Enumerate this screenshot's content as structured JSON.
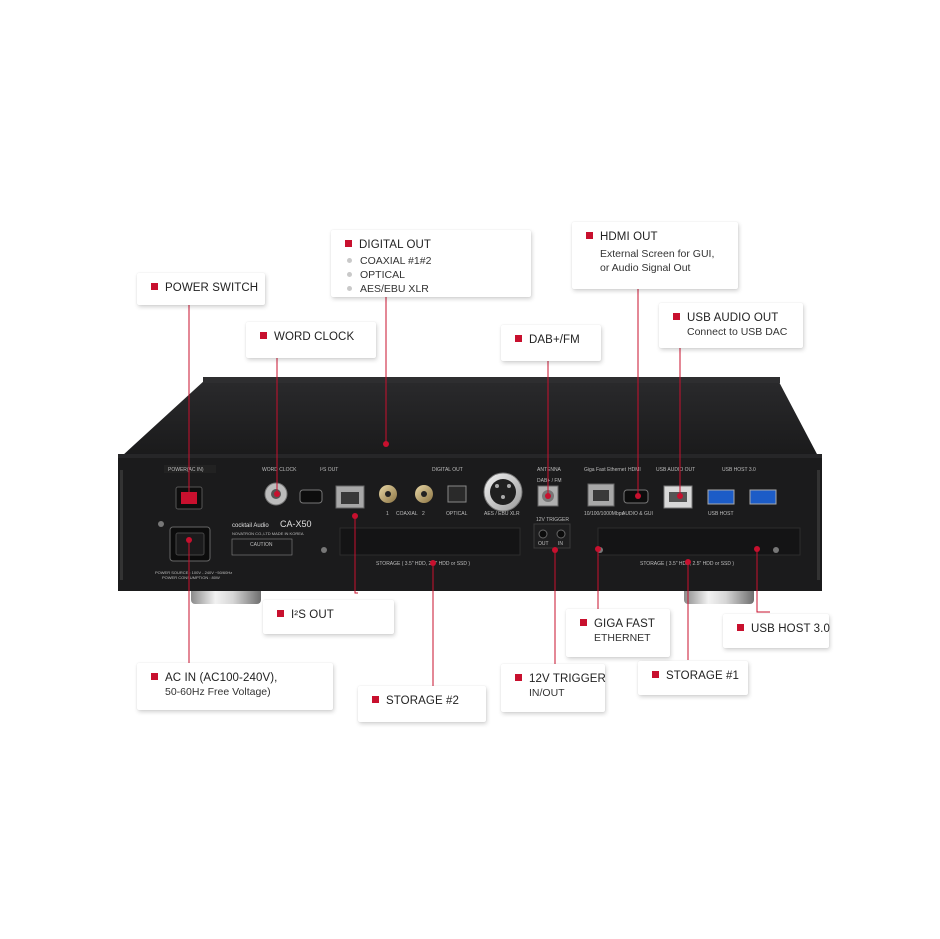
{
  "callouts": {
    "digital_out": {
      "title": "DIGITAL OUT",
      "items": [
        "COAXIAL #1#2",
        "OPTICAL",
        "AES/EBU XLR"
      ]
    },
    "hdmi_out": {
      "title": "HDMI OUT",
      "lines": [
        "External Screen for GUI,",
        "or Audio Signal Out"
      ]
    },
    "power_switch": {
      "title": "POWER SWITCH"
    },
    "usb_audio_out": {
      "title": "USB AUDIO OUT",
      "line2": "Connect to USB DAC"
    },
    "word_clock": {
      "title": "WORD CLOCK"
    },
    "dab_fm": {
      "title": "DAB+/FM"
    },
    "i2s_out": {
      "title": "I²S OUT"
    },
    "giga_ethernet": {
      "title": "GIGA FAST",
      "line2": "ETHERNET"
    },
    "usb_host": {
      "title": "USB HOST 3.0"
    },
    "ac_in": {
      "title": "AC IN (AC100-240V),",
      "line2": "50-60Hz Free Voltage)"
    },
    "trigger": {
      "title": "12V TRIGGER",
      "line2": "IN/OUT"
    },
    "storage1": {
      "title": "STORAGE #1"
    },
    "storage2": {
      "title": "STORAGE #2"
    }
  },
  "device_labels": {
    "power_ac_in": "POWER(AC IN)",
    "word_clock": "WORD CLOCK",
    "i2s_out": "I²S OUT",
    "digital_out": "DIGITAL OUT",
    "coaxial": "COAXIAL",
    "coax_1": "1",
    "coax_2": "2",
    "optical": "OPTICAL",
    "aes_ebu": "AES / EBU XLR",
    "antenna": "ANTENNA",
    "dab_fm": "DAB+ / FM",
    "trigger": "12V TRIGGER",
    "trig_out": "OUT",
    "trig_in": "IN",
    "giga_ethernet": "Giga Fast Ethernet",
    "eth_speed": "10/100/1000Mbps",
    "hdmi": "HDMI",
    "audio_gui": "AUDIO & GUI",
    "usb_audio_out": "USB AUDIO OUT",
    "usb_host_30": "USB HOST 3.0",
    "usb_host": "USB HOST",
    "storage_right": "STORAGE ( 3.5\" HDD, 2.5\" HDD or SSD )",
    "storage_left": "STORAGE ( 3.5\" HDD, 2.5\" HDD or SSD )",
    "brand": "cocktail Audio",
    "model": "CA-X50",
    "maker": "NOVATRON CO.,LTD   MADE IN KOREA",
    "caution": "CAUTION",
    "power_source": "POWER SOURCE : 100V - 240V ~50/60Hz",
    "power_consumption": "POWER CONSUMPTION : 80W"
  },
  "colors": {
    "accent": "#c8102e",
    "chassis": "#1b1b1c",
    "panel": "#111112",
    "label_gray": "#bdbdbd"
  }
}
